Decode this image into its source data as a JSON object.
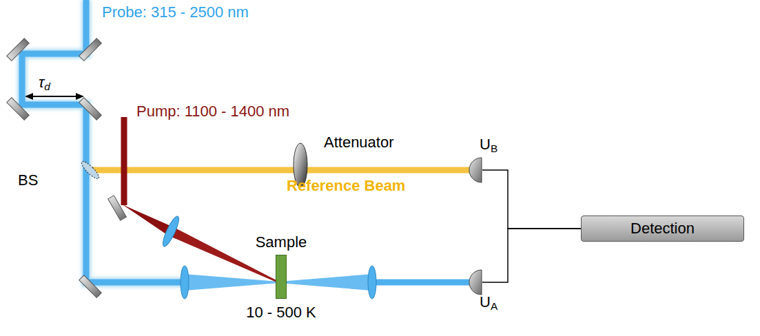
{
  "diagram": {
    "nodes": [
      {
        "text": [
          "Sample",
          "10 - 500 K"
        ]
      },
      {
        "text": [
          "UB"
        ]
      },
      {
        "text": [
          "UA"
        ]
      },
      {
        "text": [
          "Detection"
        ]
      }
    ],
    "edges": [
      {
        "from": 1,
        "to": 3,
        "arrow": "none"
      },
      {
        "from": 2,
        "to": 3,
        "arrow": "none"
      }
    ],
    "labels": [
      "Probe: 315 - 2500 nm",
      "τd",
      "Pump: 1100 - 1400 nm",
      "Attenuator",
      "BS",
      "Reference Beam"
    ]
  }
}
